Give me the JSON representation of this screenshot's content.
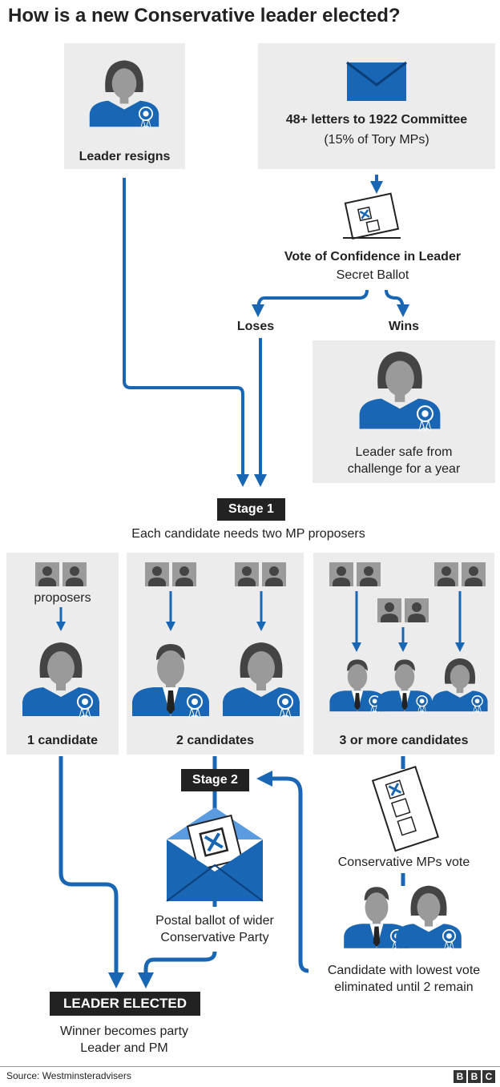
{
  "title": "How is a new Conservative leader elected?",
  "resign": {
    "label": "Leader resigns"
  },
  "letters": {
    "headline": "48+ letters to 1922 Committee",
    "sub": "(15% of Tory MPs)"
  },
  "confidence": {
    "title": "Vote of Confidence in Leader",
    "sub": "Secret Ballot",
    "loses": "Loses",
    "wins": "Wins"
  },
  "safe": {
    "line1": "Leader safe from",
    "line2": "challenge for a year"
  },
  "stage1": {
    "tag": "Stage 1",
    "desc": "Each candidate needs two MP proposers"
  },
  "scenarios": {
    "one": {
      "proposers": "proposers",
      "label": "1 candidate"
    },
    "two": {
      "label": "2 candidates"
    },
    "three": {
      "label": "3 or more candidates"
    }
  },
  "stage2": {
    "tag": "Stage 2",
    "line1": "Postal ballot of wider",
    "line2": "Conservative Party"
  },
  "mps_vote": {
    "label": "Conservative MPs vote"
  },
  "eliminated": {
    "line1": "Candidate with lowest vote",
    "line2": "eliminated until 2 remain"
  },
  "elected": {
    "tag": "LEADER ELECTED",
    "line1": "Winner becomes party",
    "line2": "Leader and PM"
  },
  "source": "Source: Westminsteradvisers",
  "logo": [
    "B",
    "B",
    "C"
  ],
  "colors": {
    "blue": "#1866b4",
    "dark": "#222222",
    "panel": "#ececec",
    "grey_figure": "#9a9a9a"
  }
}
